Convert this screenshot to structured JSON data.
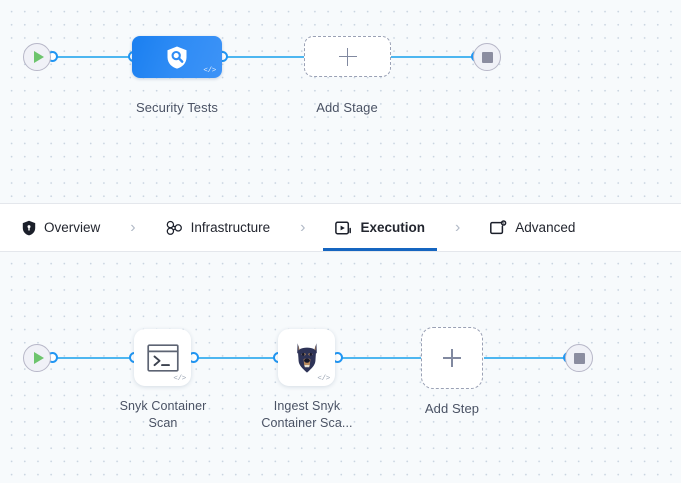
{
  "theme": {
    "canvas_bg": "#f7fafc",
    "dot_color": "#c9d4e0",
    "connector_color": "#4db6f0",
    "port_color": "#2196f3",
    "stage_node_color": "#2f8cf5",
    "active_tab_underline": "#1565c0",
    "play_icon_color": "#6dc46d",
    "stop_icon_color": "#8b8da0"
  },
  "stage_canvas": {
    "name": "pipeline-stage-canvas",
    "start_node": {
      "icon": "play-icon",
      "label": ""
    },
    "end_node": {
      "icon": "stop-icon",
      "label": ""
    },
    "nodes": [
      {
        "id": "security-tests",
        "label": "Security Tests",
        "icon": "shield-search-icon",
        "badge": "</>",
        "type": "stage"
      },
      {
        "id": "add-stage",
        "label": "Add Stage",
        "icon": "plus-icon",
        "type": "add-placeholder"
      }
    ]
  },
  "tabs": {
    "name": "pipeline-section-tabs",
    "separator": "›",
    "items": [
      {
        "id": "overview",
        "label": "Overview",
        "icon": "shield-icon",
        "active": false
      },
      {
        "id": "infrastructure",
        "label": "Infrastructure",
        "icon": "nodes-cluster-icon",
        "active": false
      },
      {
        "id": "execution",
        "label": "Execution",
        "icon": "play-square-icon",
        "active": true
      },
      {
        "id": "advanced",
        "label": "Advanced",
        "icon": "card-gear-icon",
        "active": false
      }
    ]
  },
  "step_canvas": {
    "name": "pipeline-step-canvas",
    "start_node": {
      "icon": "play-icon",
      "label": ""
    },
    "end_node": {
      "icon": "stop-icon",
      "label": ""
    },
    "nodes": [
      {
        "id": "snyk-container-scan",
        "label_line1": "Snyk Container",
        "label_line2": "Scan",
        "icon": "terminal-icon",
        "badge": "</>",
        "type": "step"
      },
      {
        "id": "ingest-snyk-container-scan",
        "label_line1": "Ingest Snyk",
        "label_line2": "Container Sca...",
        "icon": "doberman-dog-icon",
        "badge": "</>",
        "type": "step"
      },
      {
        "id": "add-step",
        "label": "Add Step",
        "icon": "plus-icon",
        "type": "add-placeholder"
      }
    ]
  }
}
